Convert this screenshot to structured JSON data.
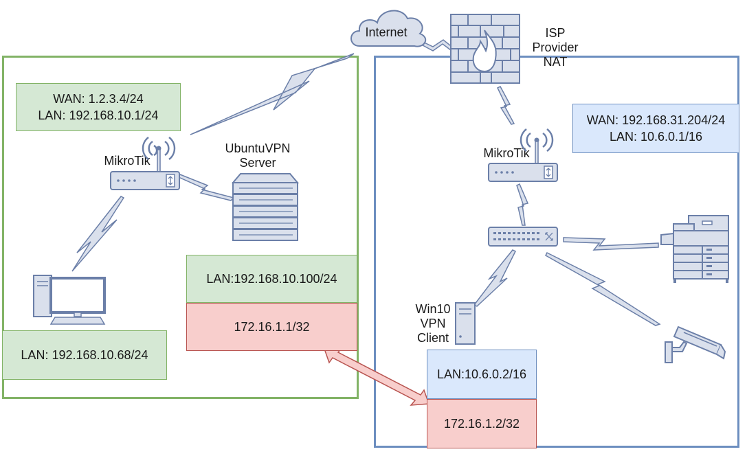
{
  "cloud": {
    "label": "Internet"
  },
  "isp": {
    "line1": "ISP",
    "line2": "Provider",
    "line3": "NAT"
  },
  "left_site": {
    "router_label": "MikroTik",
    "router_info": {
      "wan": "WAN: 1.2.3.4/24",
      "lan": "LAN: 192.168.10.1/24"
    },
    "server_label": {
      "line1": "UbuntuVPN",
      "line2": "Server"
    },
    "server_lan": "LAN:192.168.10.100/24",
    "server_tunnel": "172.16.1.1/32",
    "pc_lan": "LAN: 192.168.10.68/24"
  },
  "right_site": {
    "router_label": "MikroTik",
    "router_info": {
      "wan": "WAN: 192.168.31.204/24",
      "lan": "LAN: 10.6.0.1/16"
    },
    "client_label": {
      "line1": "Win10",
      "line2": "VPN",
      "line3": "Client"
    },
    "client_lan": "LAN:10.6.0.2/16",
    "client_tunnel": "172.16.1.2/32"
  },
  "colors": {
    "left_zone": "#82b366",
    "right_zone": "#6c8ebf",
    "green_fill": "#d5e8d4",
    "blue_fill": "#dae8fc",
    "red_fill": "#f8cecc",
    "device_fill": "#dae0ec",
    "device_stroke": "#6b7fa8"
  },
  "icons": [
    "cloud-icon",
    "firewall-icon",
    "wireless-router-icon",
    "server-rack-icon",
    "desktop-pc-icon",
    "network-switch-icon",
    "printer-icon",
    "security-camera-icon",
    "tower-pc-icon",
    "lightning-link-icon",
    "double-arrow-icon"
  ]
}
